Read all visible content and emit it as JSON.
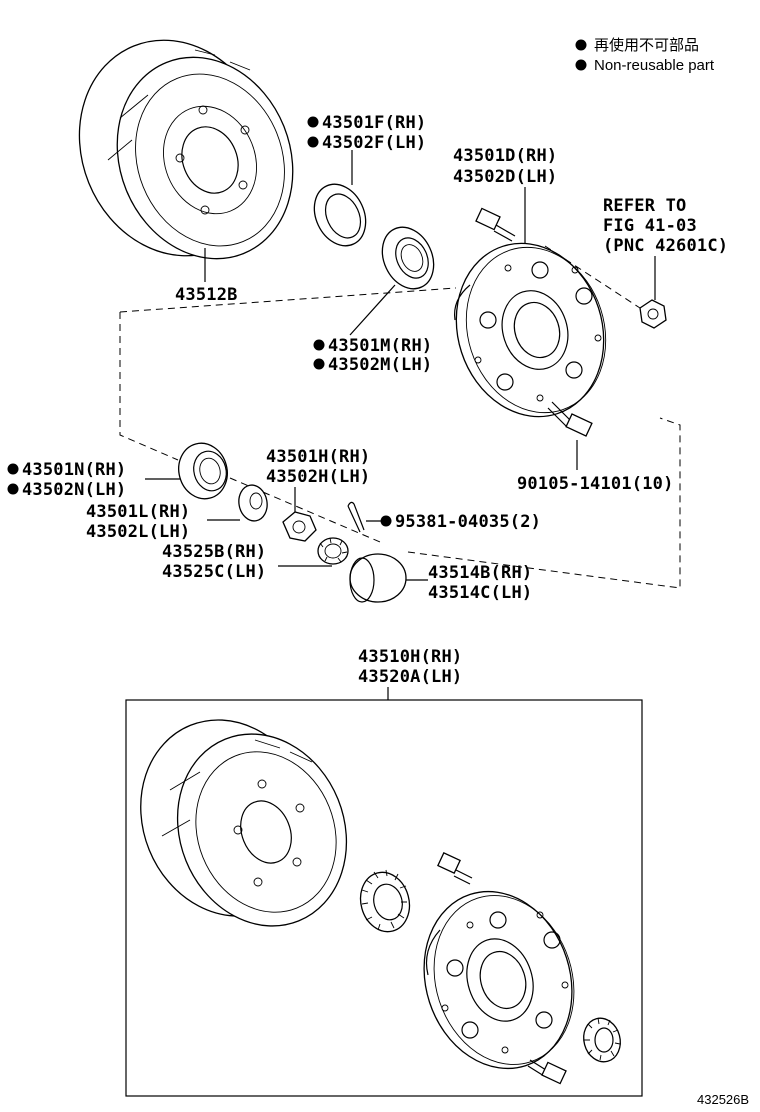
{
  "legend": {
    "line1": "再使用不可部品",
    "line2": "Non-reusable part"
  },
  "parts": {
    "drum": "43512B",
    "oil_seal_rh": "43501F(RH)",
    "oil_seal_lh": "43502F(LH)",
    "hub_rh": "43501D(RH)",
    "hub_lh": "43502D(LH)",
    "refer1": "REFER TO",
    "refer2": "FIG 41-03",
    "refer3": "(PNC 42601C)",
    "bearing_outer_rh": "43501M(RH)",
    "bearing_outer_lh": "43502M(LH)",
    "bolt": "90105-14101(10)",
    "bearing_inner_rh": "43501N(RH)",
    "bearing_inner_lh": "43502N(LH)",
    "washer_rh": "43501L(RH)",
    "washer_lh": "43502L(LH)",
    "nut_rh": "43501H(RH)",
    "nut_lh": "43502H(LH)",
    "cotter_pin": "95381-04035(2)",
    "lock_cap_rh": "43525B(RH)",
    "lock_cap_lh": "43525C(LH)",
    "grease_cap_rh": "43514B(RH)",
    "grease_cap_lh": "43514C(LH)",
    "assembly_rh": "43510H(RH)",
    "assembly_lh": "43520A(LH)"
  },
  "figure_number": "432526B"
}
